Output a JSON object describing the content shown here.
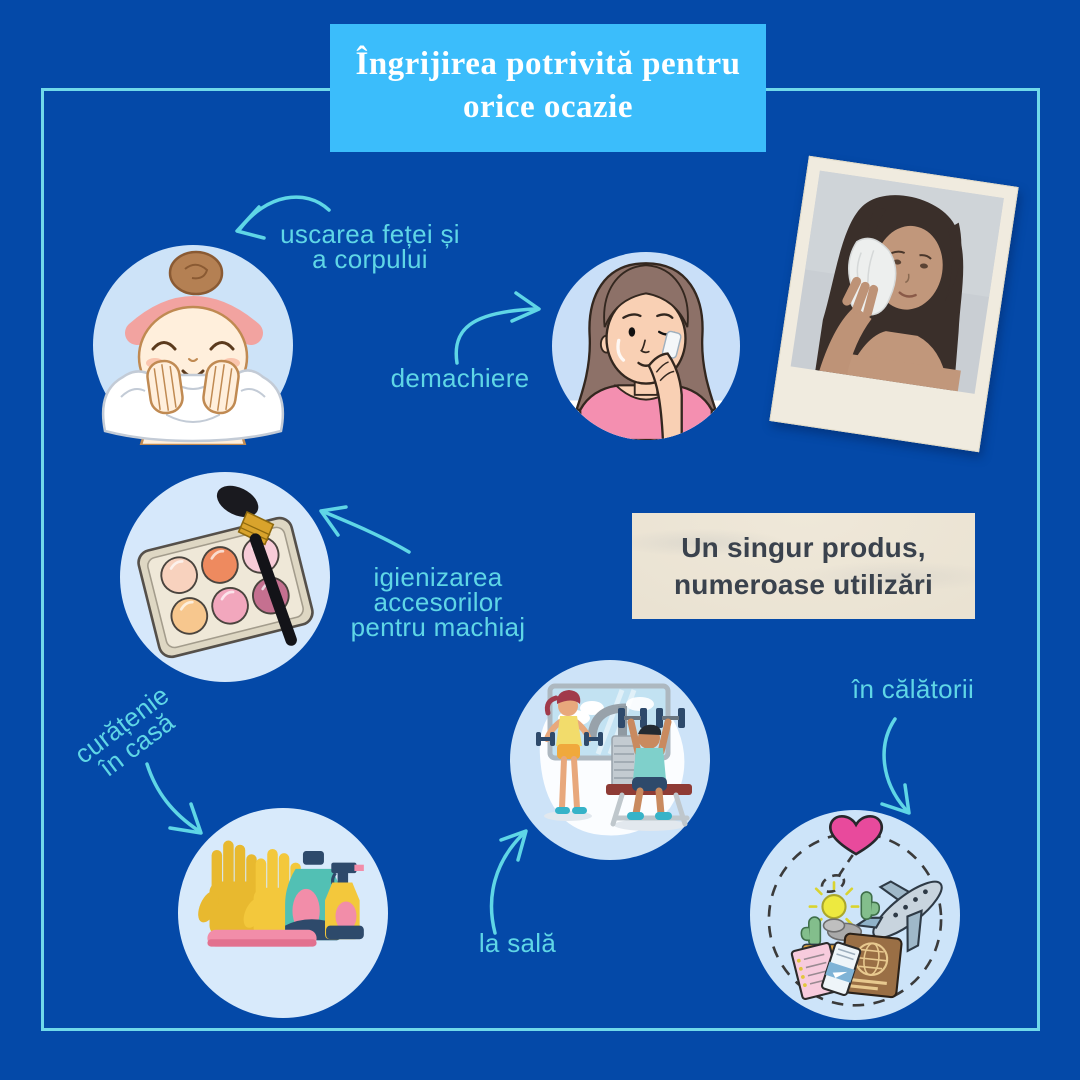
{
  "colors": {
    "background": "#0449A8",
    "frame_border": "#70D9EA",
    "banner_bg": "#3BBDFB",
    "banner_text": "#FFFFFF",
    "accent_cyan": "#5FD6E6",
    "circle_bg": "#CDE3F8",
    "note_bg": "#EAE2D2",
    "note_text": "#3A424D"
  },
  "banner": {
    "line1": "Îngrijirea potrivită pentru",
    "line2": "orice ocazie"
  },
  "note": {
    "line1": "Un singur produs,",
    "line2": "numeroase utilizări"
  },
  "callouts": {
    "drying": {
      "line1": "uscarea feței și",
      "line2": "a corpului"
    },
    "makeup_removal": {
      "line1": "demachiere"
    },
    "brush_cleaning": {
      "line1": "igienizarea",
      "line2": "accesorilor",
      "line3": "pentru machiaj"
    },
    "house_cleaning": {
      "line1": "curățenie",
      "line2": "în casă"
    },
    "gym": {
      "line1": "la sală"
    },
    "travel": {
      "line1": "în călătorii"
    }
  },
  "illustrations": {
    "face_drying": "woman drying her face with a towel",
    "makeup_removal": "winking woman holding cotton pad to cheek",
    "makeup_palette": "makeup palette with six pans and a brush",
    "house_cleaning": "rubber gloves, detergent bottle, spray bottle and sponge",
    "gym": "two people training with dumbbells in a gym",
    "travel": "airplane, passport, tickets, cacti, sun and heart on dashed route",
    "polaroid_photo": "photo of a woman wiping her face with a white cloth"
  }
}
